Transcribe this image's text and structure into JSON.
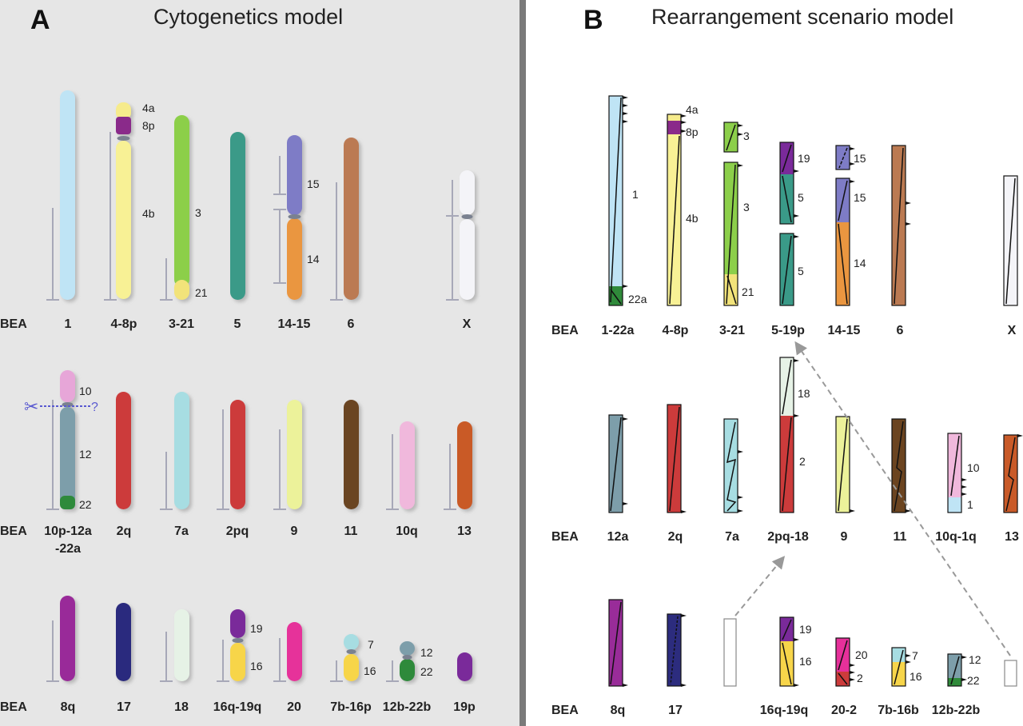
{
  "panel_a": {
    "letter": "A",
    "title": "Cytogenetics model",
    "rows": [
      {
        "prefix": "BEA",
        "labels": [
          "1",
          "4-8p",
          "3-21",
          "5",
          "14-15",
          "6",
          "X"
        ]
      },
      {
        "prefix": "BEA",
        "labels": [
          "10p-12a\n-22a",
          "2q",
          "7a",
          "2pq",
          "9",
          "11",
          "10q",
          "13"
        ]
      },
      {
        "prefix": "BEA",
        "labels": [
          "8q",
          "17",
          "18",
          "16q-19q",
          "20",
          "7b-16p",
          "12b-22b",
          "19p"
        ]
      }
    ],
    "segment_labels": [
      "4a",
      "8p",
      "4b",
      "3",
      "21",
      "15",
      "14",
      "10",
      "12",
      "22",
      "19",
      "16",
      "7",
      "16",
      "12",
      "22"
    ],
    "question_mark": "?"
  },
  "panel_b": {
    "letter": "B",
    "title": "Rearrangement scenario model",
    "rows": [
      {
        "prefix": "BEA",
        "labels": [
          "1-22a",
          "4-8p",
          "3-21",
          "5-19p",
          "14-15",
          "6",
          "X"
        ]
      },
      {
        "prefix": "BEA",
        "labels": [
          "12a",
          "2q",
          "7a",
          "2pq-18",
          "9",
          "11",
          "10q-1q",
          "13"
        ]
      },
      {
        "prefix": "BEA",
        "labels": [
          "8q",
          "17",
          "16q-19q",
          "20-2",
          "7b-16b",
          "12b-22b"
        ]
      }
    ],
    "segment_labels": [
      "1",
      "22a",
      "4a",
      "8p",
      "4b",
      "3",
      "3",
      "21",
      "19",
      "5",
      "5",
      "15",
      "15",
      "14",
      "18",
      "2",
      "10",
      "1",
      "19",
      "16",
      "20",
      "2",
      "7",
      "16",
      "12",
      "22"
    ]
  },
  "colors": {
    "panel_a_bg": "#e6e6e6",
    "divider": "#7a7a7a",
    "arrow": "#999999"
  }
}
